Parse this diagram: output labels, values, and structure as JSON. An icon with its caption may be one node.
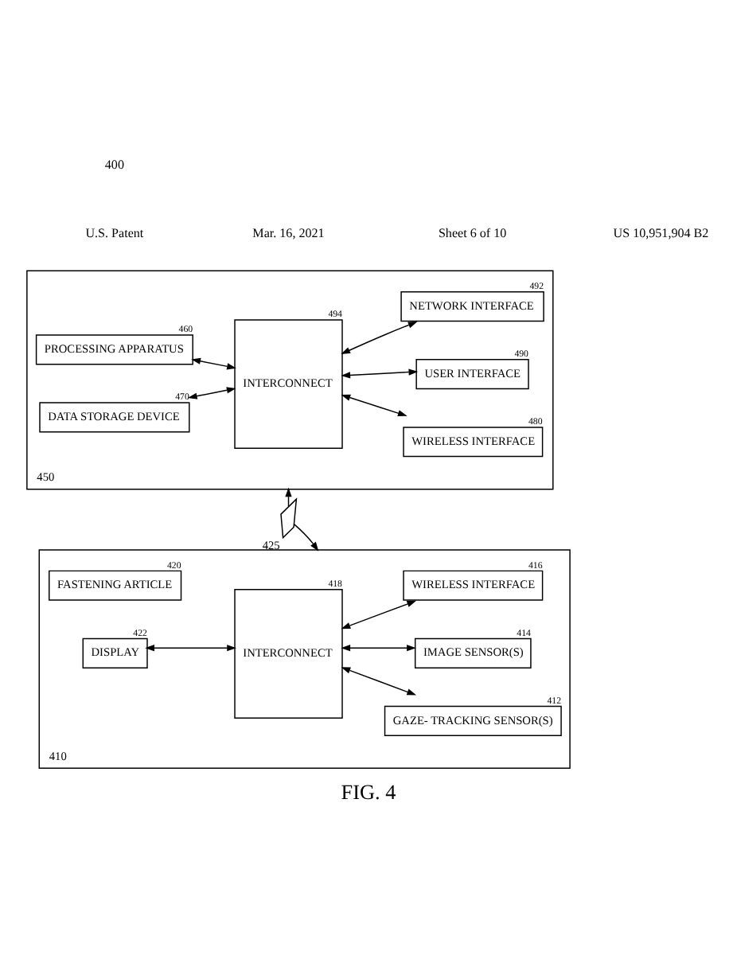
{
  "diagram": {
    "caption": "FIG. 4",
    "nodes": [
      {
        "text": [],
        "shape": "box",
        "beside": [
          "410"
        ]
      },
      {
        "text": [
          "FASTENING ARTICLE"
        ],
        "in": 0,
        "beside": [
          "420"
        ]
      },
      {
        "text": [
          "DISPLAY"
        ],
        "in": 0,
        "beside": [
          "422"
        ]
      },
      {
        "text": [
          "INTERCONNECT"
        ],
        "in": 0,
        "beside": [
          "418"
        ]
      },
      {
        "text": [
          "GAZE- TRACKING SENSOR(S)"
        ],
        "in": 0,
        "beside": [
          "412"
        ]
      },
      {
        "text": [
          "IMAGE SENSOR(S)"
        ],
        "in": 0,
        "beside": [
          "414"
        ]
      },
      {
        "text": [
          "WIRELESS INTERFACE"
        ],
        "in": 0,
        "beside": [
          "416"
        ]
      },
      {
        "text": [],
        "shape": "lightning",
        "beside": [
          "425"
        ]
      },
      {
        "text": [],
        "shape": "box",
        "beside": [
          "450"
        ]
      },
      {
        "text": [
          "PROCESSING APPARATUS"
        ],
        "in": 8,
        "beside": [
          "460"
        ]
      },
      {
        "text": [
          "DATA STORAGE DEVICE"
        ],
        "in": 8,
        "beside": [
          "470"
        ]
      },
      {
        "text": [
          "INTERCONNECT"
        ],
        "in": 8,
        "beside": [
          "494"
        ]
      },
      {
        "text": [
          "WIRELESS INTERFACE"
        ],
        "in": 8,
        "beside": [
          "480"
        ]
      },
      {
        "text": [
          "USER INTERFACE"
        ],
        "in": 8,
        "beside": [
          "490"
        ]
      },
      {
        "text": [
          "NETWORK INTERFACE"
        ],
        "in": 8,
        "beside": [
          "492"
        ]
      }
    ],
    "edges": [
      {
        "from": 2,
        "to": 3,
        "arrow": "both"
      },
      {
        "from": 3,
        "to": 4,
        "arrow": "both"
      },
      {
        "from": 3,
        "to": 5,
        "arrow": "both"
      },
      {
        "from": 3,
        "to": 6,
        "arrow": "both"
      },
      {
        "from": 7,
        "to": 0,
        "arrow": "to"
      },
      {
        "from": 7,
        "to": 8,
        "arrow": "to"
      },
      {
        "from": 9,
        "to": 11,
        "arrow": "both"
      },
      {
        "from": 10,
        "to": 11,
        "arrow": "both"
      },
      {
        "from": 11,
        "to": 12,
        "arrow": "both"
      },
      {
        "from": 11,
        "to": 13,
        "arrow": "both"
      },
      {
        "from": 11,
        "to": 14,
        "arrow": "both"
      }
    ],
    "labels": [
      "U.S. Patent",
      "Mar. 16, 2021",
      "Sheet 6 of 10",
      "US 10,951,904 B2",
      "400"
    ]
  }
}
